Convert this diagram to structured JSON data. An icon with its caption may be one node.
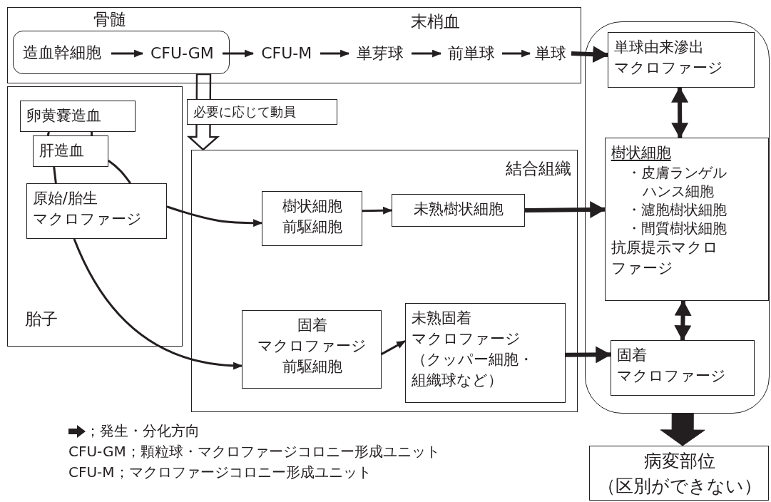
{
  "diagram": {
    "nodes": [
      {
        "text": [
          "末梢血"
        ]
      },
      {
        "text": [
          "骨髄"
        ],
        "in": 0
      },
      {
        "text": [
          "造血幹細胞"
        ],
        "in": 1
      },
      {
        "text": [
          "CFU-GM"
        ],
        "in": 1
      },
      {
        "text": [
          "CFU-M"
        ],
        "in": 0
      },
      {
        "text": [
          "単芽球"
        ],
        "in": 0
      },
      {
        "text": [
          "前単球"
        ],
        "in": 0
      },
      {
        "text": [
          "単球"
        ],
        "in": 0
      },
      {
        "text": [
          "胎子"
        ]
      },
      {
        "text": [
          "卵黄嚢造血"
        ],
        "in": 8
      },
      {
        "text": [
          "肝造血"
        ],
        "in": 8
      },
      {
        "text": [
          "原始/胎生マクロファージ"
        ],
        "in": 8
      },
      {
        "text": [
          "結合組織"
        ]
      },
      {
        "text": [
          "樹状細胞前駆細胞"
        ],
        "in": 12
      },
      {
        "text": [
          "未熟樹状細胞"
        ],
        "in": 12
      },
      {
        "text": [
          "固着マクロファージ前駆細胞"
        ],
        "in": 12
      },
      {
        "text": [
          "未熟固着マクロファージ（クッパー細胞・組織球など）"
        ],
        "in": 12
      },
      {
        "text": [],
        "shape": "box"
      },
      {
        "text": [
          "単球由来滲出マクロファージ"
        ],
        "in": 17
      },
      {
        "text": [
          "樹状細胞",
          "・皮膚ランゲルハンス細胞",
          "・濾胞樹状細胞",
          "・間質樹状細胞",
          "抗原提示マクロファージ"
        ],
        "in": 17
      },
      {
        "text": [
          "固着マクロファージ"
        ],
        "in": 17
      },
      {
        "text": [
          "病変部位（区別ができない）"
        ]
      }
    ],
    "edges": [
      {
        "from": 2,
        "to": 3,
        "arrow": "to"
      },
      {
        "from": 3,
        "to": 4,
        "arrow": "to"
      },
      {
        "from": 4,
        "to": 5,
        "arrow": "to"
      },
      {
        "from": 5,
        "to": 6,
        "arrow": "to"
      },
      {
        "from": 6,
        "to": 7,
        "arrow": "to"
      },
      {
        "from": 7,
        "to": 18,
        "arrow": "to",
        "style": "thick"
      },
      {
        "from": 1,
        "to": 12,
        "arrow": "to",
        "label": "必要に応じて動員"
      },
      {
        "from": 9,
        "to": 10,
        "arrow": "none"
      },
      {
        "from": 9,
        "to": 10,
        "arrow": "none"
      },
      {
        "from": 10,
        "to": 11,
        "arrow": "none"
      },
      {
        "from": 10,
        "to": 11,
        "arrow": "none"
      },
      {
        "from": 11,
        "to": 13,
        "arrow": "to"
      },
      {
        "from": 11,
        "to": 15,
        "arrow": "to"
      },
      {
        "from": 13,
        "to": 14,
        "arrow": "to"
      },
      {
        "from": 15,
        "to": 16,
        "arrow": "to"
      },
      {
        "from": 14,
        "to": 19,
        "arrow": "to",
        "style": "thick"
      },
      {
        "from": 16,
        "to": 20,
        "arrow": "to",
        "style": "thick"
      },
      {
        "from": 18,
        "to": 19,
        "arrow": "both",
        "style": "thick"
      },
      {
        "from": 19,
        "to": 20,
        "arrow": "both",
        "style": "thick"
      },
      {
        "from": 17,
        "to": 21,
        "arrow": "to",
        "style": "thick"
      }
    ],
    "labels": [
      "CFU-GM；顆粒球・マクロファージコロニー形成ユニット",
      "CFU-M；マクロファージコロニー形成ユニット"
    ],
    "legend": [
      {
        "text": "；発生・分化方向"
      }
    ]
  }
}
